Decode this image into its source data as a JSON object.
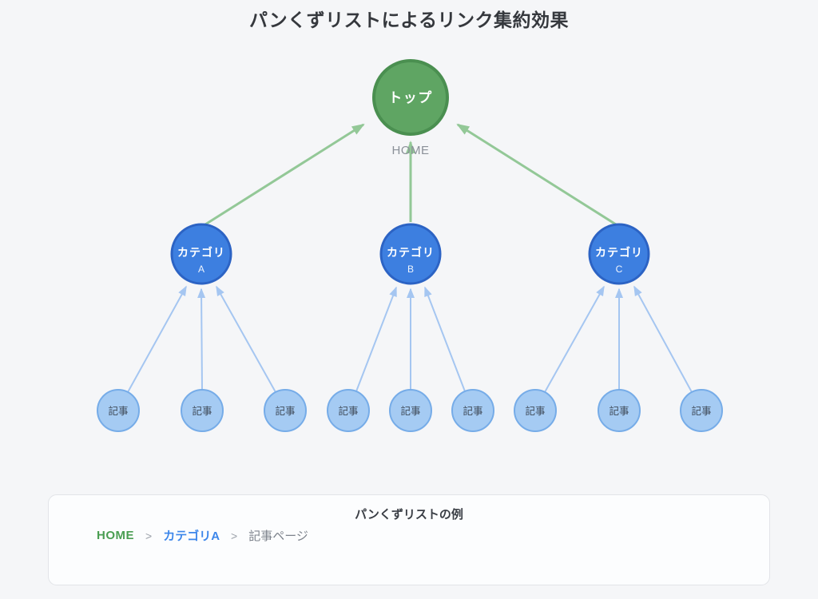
{
  "page_title": "パンくずリストによるリンク集約効果",
  "diagram": {
    "top_node": {
      "label": "トップ",
      "sublabel": "HOME"
    },
    "category_nodes": [
      {
        "label": "カテゴリ",
        "letter": "A"
      },
      {
        "label": "カテゴリ",
        "letter": "B"
      },
      {
        "label": "カテゴリ",
        "letter": "C"
      }
    ],
    "article_node_label": "記事",
    "article_node_count": 9,
    "colors": {
      "top_node_fill": "#5fa563",
      "top_node_border": "#4a8f50",
      "category_node_fill": "#3d7fe0",
      "category_node_border": "#2c63c4",
      "article_node_fill": "#a5cbf3",
      "article_node_border": "#76ace8",
      "green_arrow": "#93c897",
      "blue_arrow": "#a5c6f1"
    }
  },
  "example_box": {
    "title": "パンくずリストの例",
    "separator": ">",
    "breadcrumb": [
      {
        "label": "HOME",
        "color": "#4a9e52"
      },
      {
        "label": "カテゴリA",
        "color": "#3c86ea"
      },
      {
        "label": "記事ページ",
        "color": "#7d838c"
      }
    ]
  }
}
